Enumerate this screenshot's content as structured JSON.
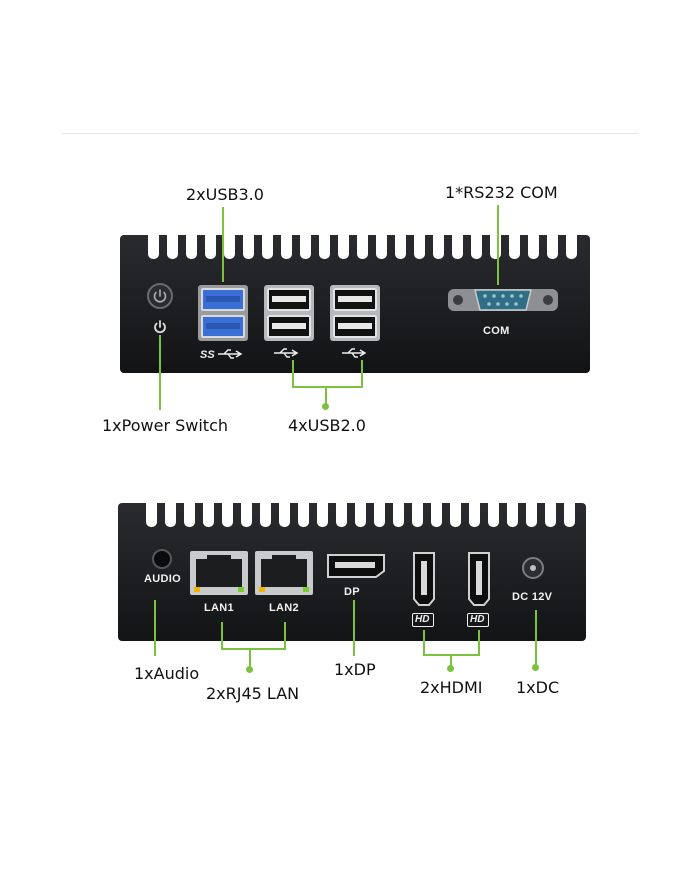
{
  "callouts": {
    "usb30": "2xUSB3.0",
    "rs232": "1*RS232 COM",
    "power_switch": "1xPower Switch",
    "usb20": "4xUSB2.0",
    "audio": "1xAudio",
    "rj45": "2xRJ45 LAN",
    "dp": "1xDP",
    "hdmi": "2xHDMI",
    "dc": "1xDC"
  },
  "panel_labels": {
    "com": "COM",
    "audio": "AUDIO",
    "lan1": "LAN1",
    "lan2": "LAN2",
    "dp": "DP",
    "hdmi_logo": "HD",
    "dc": "DC 12V"
  },
  "colors": {
    "leader": "#7dc23f",
    "chassis": "#1a1b1d",
    "usb3_blue": "#3a6fd8",
    "com_port": "#2f6f86"
  },
  "icons": [
    "power-icon",
    "ss-usb-icon",
    "usb-icon",
    "hdmi-logo-icon"
  ]
}
